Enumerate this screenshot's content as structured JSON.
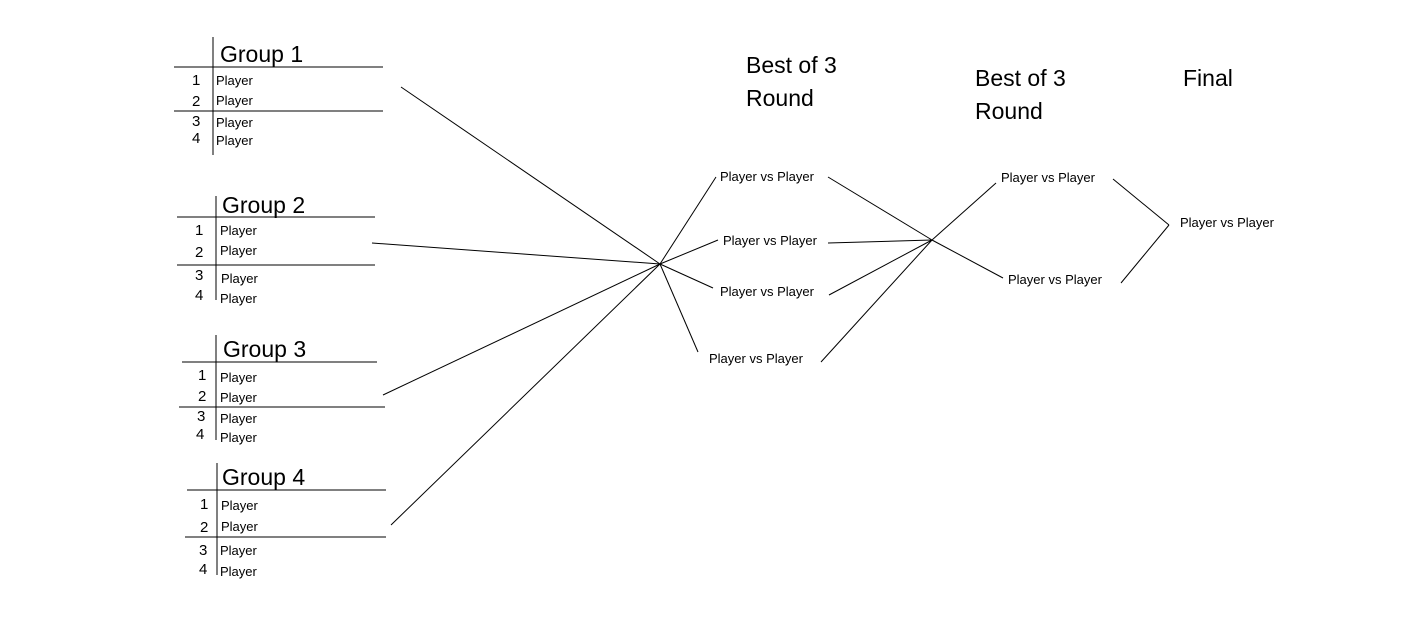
{
  "groups": [
    {
      "title": "Group 1",
      "entries": [
        {
          "rank": "1",
          "player": "Player"
        },
        {
          "rank": "2",
          "player": "Player"
        },
        {
          "rank": "3",
          "player": "Player"
        },
        {
          "rank": "4",
          "player": "Player"
        }
      ]
    },
    {
      "title": "Group 2",
      "entries": [
        {
          "rank": "1",
          "player": "Player"
        },
        {
          "rank": "2",
          "player": "Player"
        },
        {
          "rank": "3",
          "player": "Player"
        },
        {
          "rank": "4",
          "player": "Player"
        }
      ]
    },
    {
      "title": "Group 3",
      "entries": [
        {
          "rank": "1",
          "player": "Player"
        },
        {
          "rank": "2",
          "player": "Player"
        },
        {
          "rank": "3",
          "player": "Player"
        },
        {
          "rank": "4",
          "player": "Player"
        }
      ]
    },
    {
      "title": "Group 4",
      "entries": [
        {
          "rank": "1",
          "player": "Player"
        },
        {
          "rank": "2",
          "player": "Player"
        },
        {
          "rank": "3",
          "player": "Player"
        },
        {
          "rank": "4",
          "player": "Player"
        }
      ]
    }
  ],
  "rounds": [
    {
      "title": "Best of 3 Round",
      "matches": [
        "Player vs Player",
        "Player vs Player",
        "Player vs Player",
        "Player vs Player"
      ]
    },
    {
      "title": "Best of 3 Round",
      "matches": [
        "Player vs Player",
        "Player vs Player"
      ]
    },
    {
      "title": "Final",
      "matches": [
        "Player vs Player"
      ]
    }
  ]
}
